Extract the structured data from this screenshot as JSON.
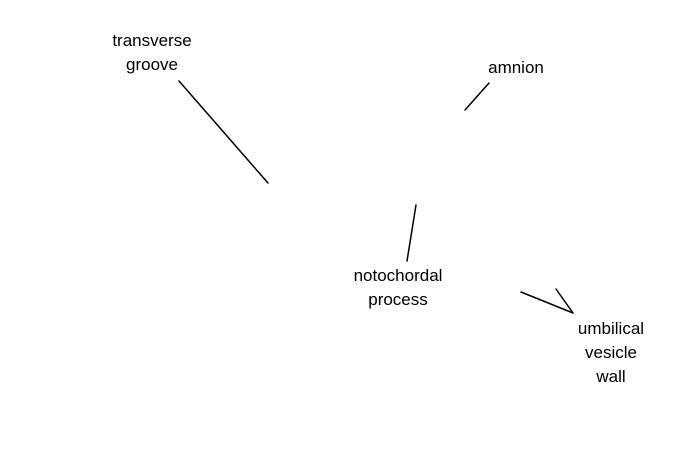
{
  "labels": {
    "transverse_groove": {
      "line1": "transverse",
      "line2": "groove"
    },
    "amnion": {
      "line1": "amnion"
    },
    "notochordal_process": {
      "line1": "notochordal",
      "line2": "process"
    },
    "umbilical_vesicle_wall": {
      "line1": "umbilical",
      "line2": "vesicle",
      "line3": "wall"
    }
  },
  "colors": {
    "background": "#ffffff",
    "text": "#000000",
    "leader_line": "#000000"
  }
}
